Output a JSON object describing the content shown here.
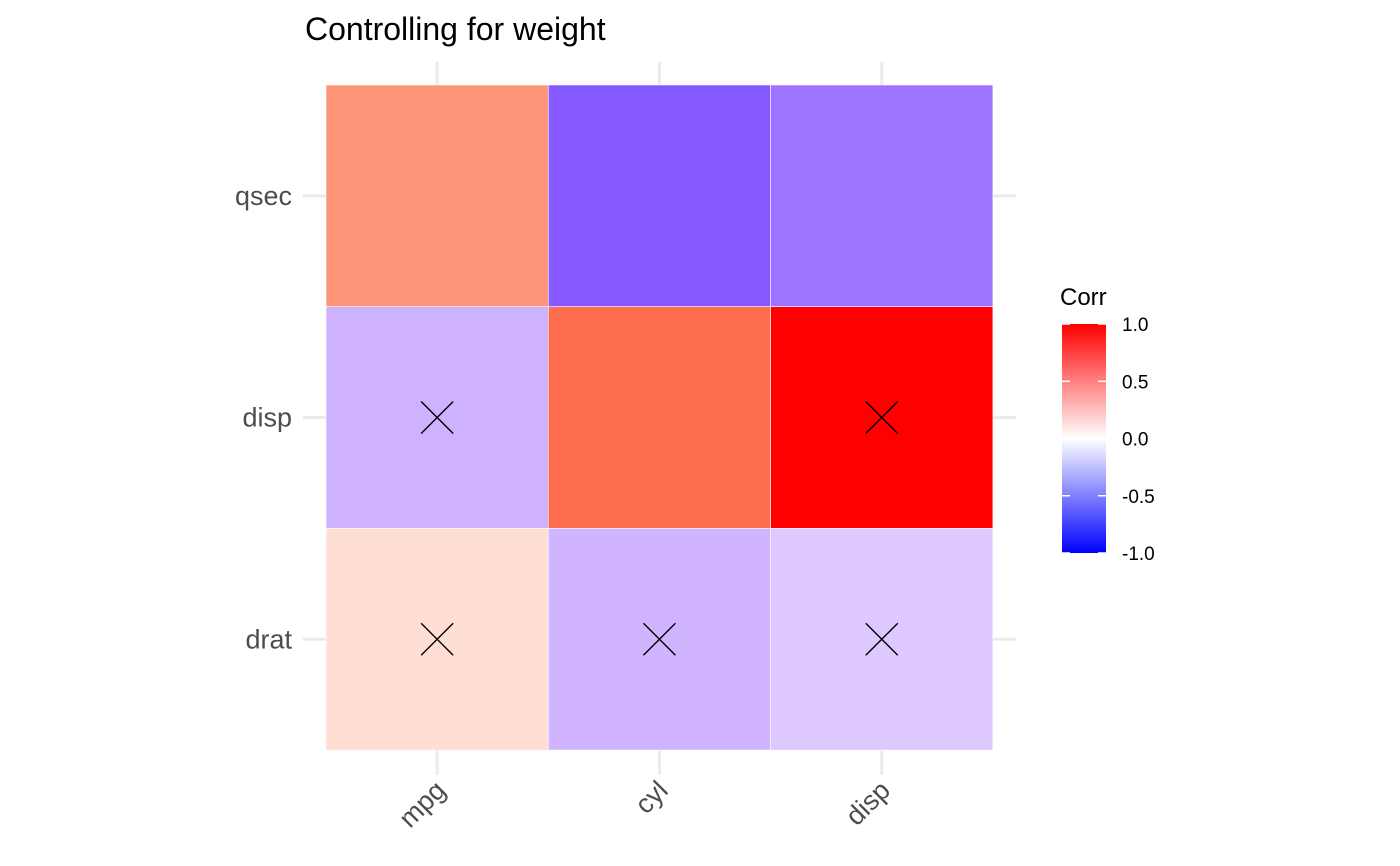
{
  "chart_data": {
    "type": "heatmap",
    "title": "Controlling for weight",
    "x_categories": [
      "mpg",
      "cyl",
      "disp"
    ],
    "y_categories": [
      "qsec",
      "disp",
      "drat"
    ],
    "cells": [
      {
        "x": "mpg",
        "y": "qsec",
        "value": 0.45,
        "color": "#ff9578",
        "insignificant": false
      },
      {
        "x": "cyl",
        "y": "qsec",
        "value": -0.67,
        "color": "#8459ff",
        "insignificant": false
      },
      {
        "x": "disp",
        "y": "qsec",
        "value": -0.53,
        "color": "#9d74ff",
        "insignificant": false
      },
      {
        "x": "mpg",
        "y": "disp",
        "value": -0.29,
        "color": "#cfb2ff",
        "insignificant": true
      },
      {
        "x": "cyl",
        "y": "disp",
        "value": 0.6,
        "color": "#ff6d4f",
        "insignificant": false
      },
      {
        "x": "disp",
        "y": "disp",
        "value": 1.0,
        "color": "#ff0000",
        "insignificant": true
      },
      {
        "x": "mpg",
        "y": "drat",
        "value": 0.13,
        "color": "#ffded4",
        "insignificant": true
      },
      {
        "x": "cyl",
        "y": "drat",
        "value": -0.28,
        "color": "#d0b4ff",
        "insignificant": true
      },
      {
        "x": "disp",
        "y": "drat",
        "value": -0.18,
        "color": "#ddc8ff",
        "insignificant": true
      }
    ],
    "legend": {
      "title": "Corr",
      "placement": "right",
      "ticks": [
        {
          "value": 1.0,
          "label": "1.0"
        },
        {
          "value": 0.5,
          "label": "0.5"
        },
        {
          "value": 0.0,
          "label": "0.0"
        },
        {
          "value": -0.5,
          "label": "-0.5"
        },
        {
          "value": -1.0,
          "label": "-1.0"
        }
      ],
      "range": [
        -1.0,
        1.0
      ],
      "colors": {
        "low": "#0000ff",
        "mid": "#ffffff",
        "high": "#ff0000"
      }
    },
    "insignificant_marker": "cross-icon",
    "grid": true
  }
}
